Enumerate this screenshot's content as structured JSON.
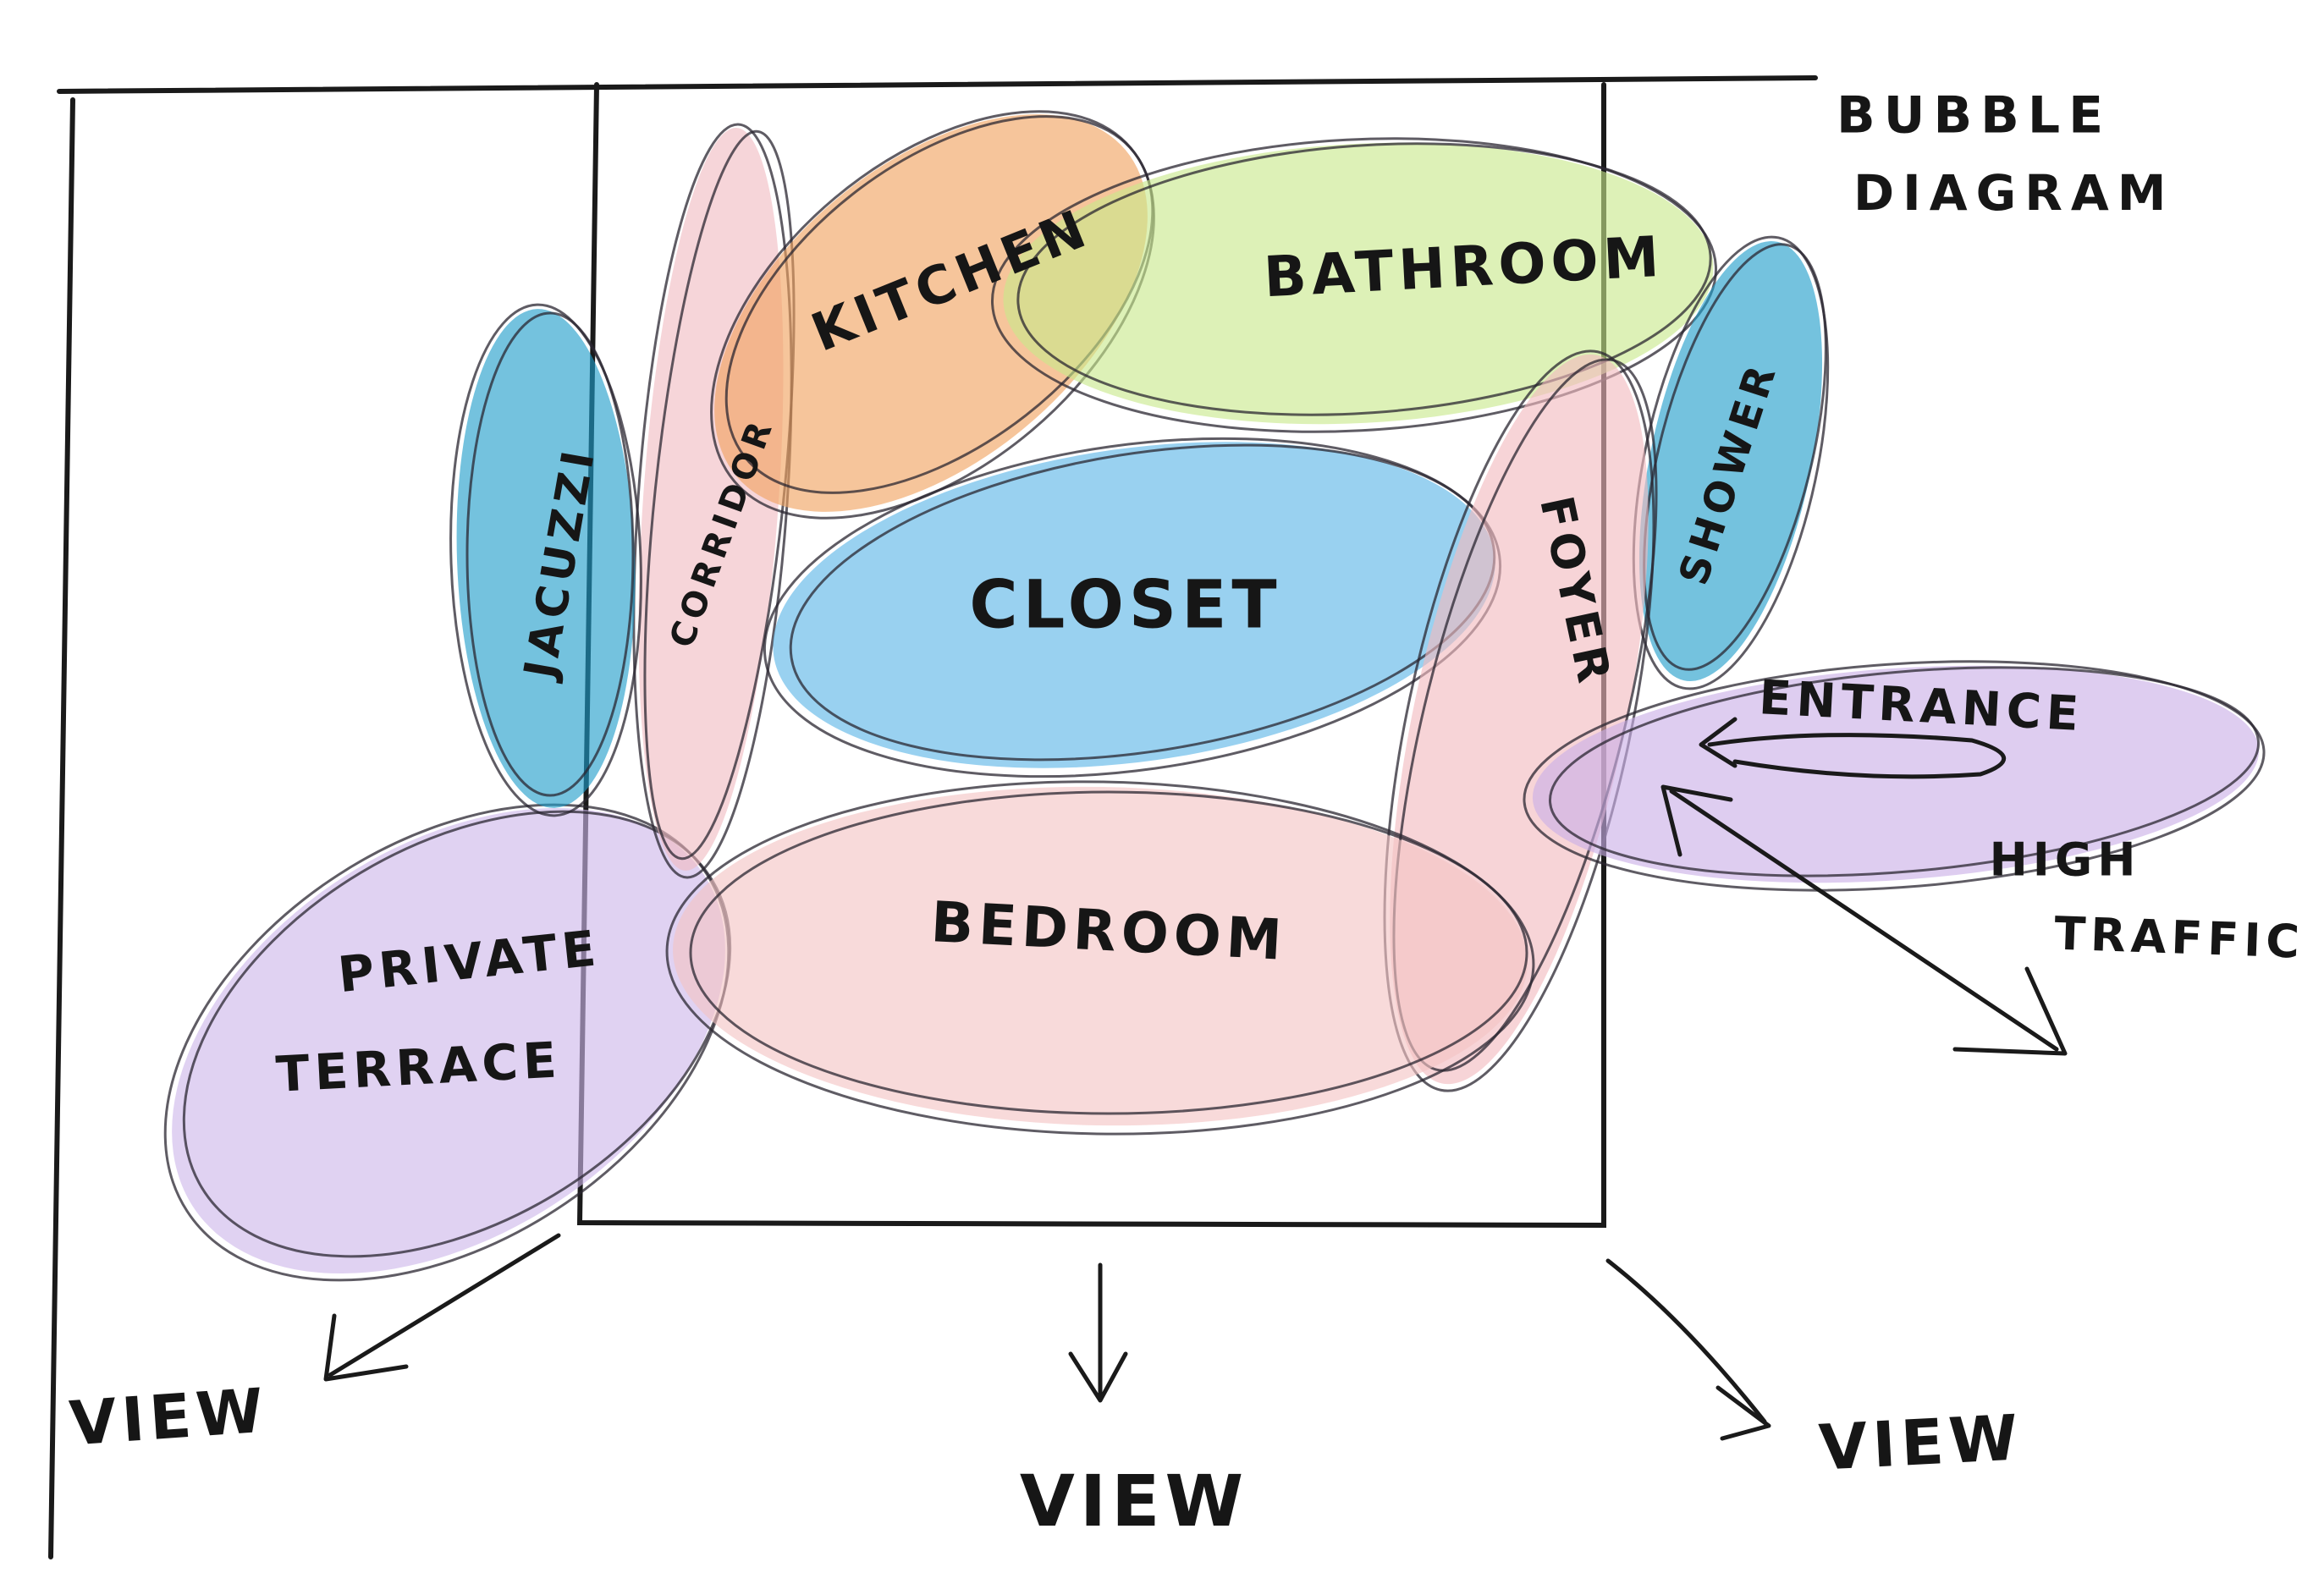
{
  "title": {
    "line1": "BUBBLE",
    "line2": "DIAGRAM"
  },
  "bubbles": [
    {
      "id": "jacuzzi",
      "label": "JACUZZI",
      "color": "#1f9cc9"
    },
    {
      "id": "corridor",
      "label": "CORRIDOR",
      "color": "#f0bcc2"
    },
    {
      "id": "kitchen",
      "label": "KITCHEN",
      "color": "#f0a25e"
    },
    {
      "id": "bathroom",
      "label": "BATHROOM",
      "color": "#c8e88a"
    },
    {
      "id": "shower",
      "label": "SHOWER",
      "color": "#1f9cc9"
    },
    {
      "id": "closet",
      "label": "CLOSET",
      "color": "#5ab4e6"
    },
    {
      "id": "foyer",
      "label": "FOYER",
      "color": "#f2b9be"
    },
    {
      "id": "entrance",
      "label": "ENTRANCE",
      "color": "#c9aee6"
    },
    {
      "id": "bedroom",
      "label": "BEDROOM",
      "color": "#f3c3c3"
    },
    {
      "id": "terrace",
      "label_line1": "PRIVATE",
      "label_line2": "TERRACE",
      "color": "#cdb6ea"
    }
  ],
  "annotations": {
    "traffic_line1": "HIGH",
    "traffic_line2": "TRAFFIC",
    "view_left": "VIEW",
    "view_center": "VIEW",
    "view_right": "VIEW"
  }
}
